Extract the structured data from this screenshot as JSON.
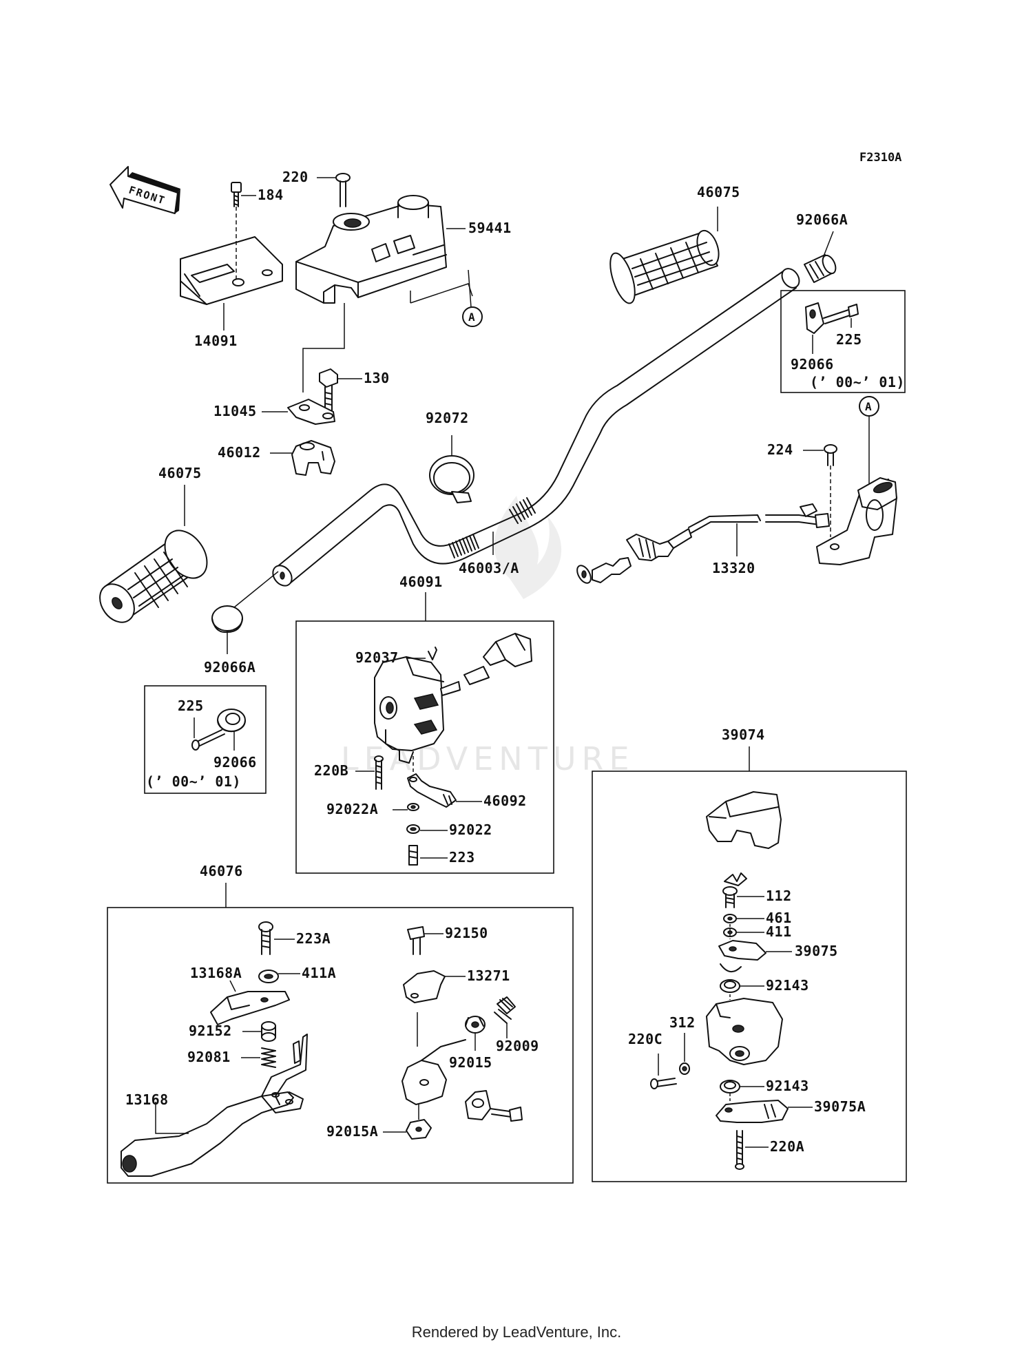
{
  "figure_code": "F2310A",
  "front_label": "FRONT",
  "callout": "A",
  "footer": "Rendered by LeadVenture, Inc.",
  "watermark": "LEADVENTURE",
  "parts": {
    "p220": "220",
    "p184": "184",
    "p59441": "59441",
    "p14091": "14091",
    "p130": "130",
    "p11045": "11045",
    "p46012": "46012",
    "p46075_left": "46075",
    "p46075_right": "46075",
    "p92066A_right": "92066A",
    "p225_top": "225",
    "p92066_top": "92066",
    "p92066A_left": "92066A",
    "p225_left": "225",
    "p92066_left": "92066",
    "p92072": "92072",
    "p46003A": "46003/A",
    "p224": "224",
    "p13320": "13320",
    "p46091": "46091",
    "p92037": "92037",
    "p220B": "220B",
    "p92022A": "92022A",
    "p46092": "46092",
    "p92022": "92022",
    "p223": "223",
    "p39074": "39074",
    "p112": "112",
    "p461": "461",
    "p411": "411",
    "p39075": "39075",
    "p92143_top": "92143",
    "p312": "312",
    "p220C": "220C",
    "p92143_bot": "92143",
    "p39075A": "39075A",
    "p220A": "220A",
    "p46076": "46076",
    "p223A": "223A",
    "p13168A": "13168A",
    "p411A": "411A",
    "p92152": "92152",
    "p92081": "92081",
    "p13168": "13168",
    "p92150": "92150",
    "p13271": "13271",
    "p92009": "92009",
    "p92015": "92015",
    "p92015A": "92015A"
  },
  "notes": {
    "years_top": "(’ 00~’ 01)",
    "years_left": "(’ 00~’ 01)"
  }
}
